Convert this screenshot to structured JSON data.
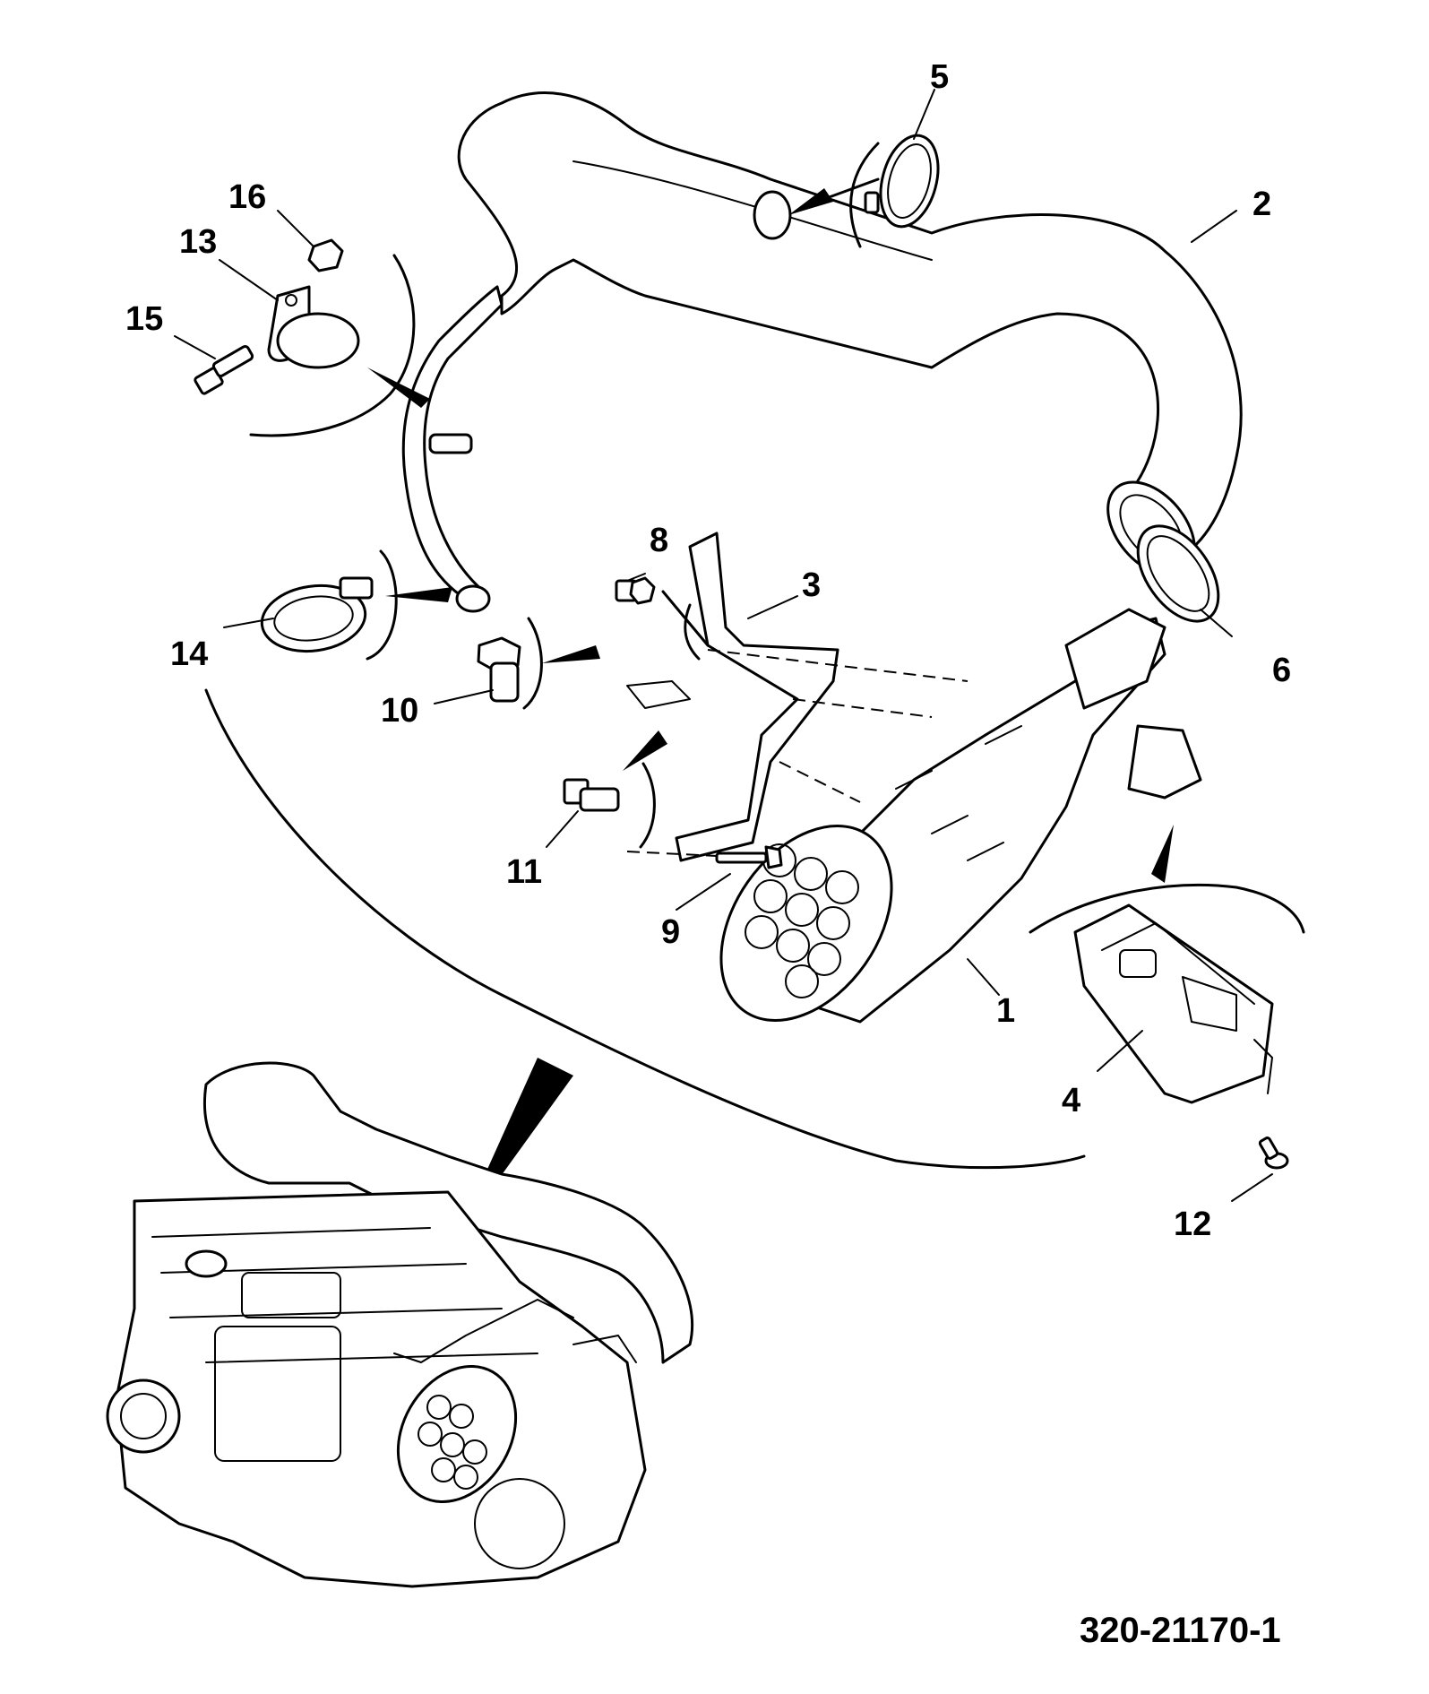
{
  "drawing_number": "320-21170-1",
  "callouts": [
    {
      "id": "1",
      "part": "diesel-oxidation-catalyst-assembly"
    },
    {
      "id": "2",
      "part": "air-intake-hose"
    },
    {
      "id": "3",
      "part": "mounting-bracket"
    },
    {
      "id": "4",
      "part": "sensor"
    },
    {
      "id": "5",
      "part": "hose-clamp"
    },
    {
      "id": "6",
      "part": "hose-clamp"
    },
    {
      "id": "8",
      "part": "nut"
    },
    {
      "id": "9",
      "part": "bolt"
    },
    {
      "id": "10",
      "part": "bolt"
    },
    {
      "id": "11",
      "part": "bolt"
    },
    {
      "id": "12",
      "part": "screw"
    },
    {
      "id": "13",
      "part": "p-clip"
    },
    {
      "id": "14",
      "part": "hose-clamp"
    },
    {
      "id": "15",
      "part": "bolt"
    },
    {
      "id": "16",
      "part": "nut"
    }
  ]
}
